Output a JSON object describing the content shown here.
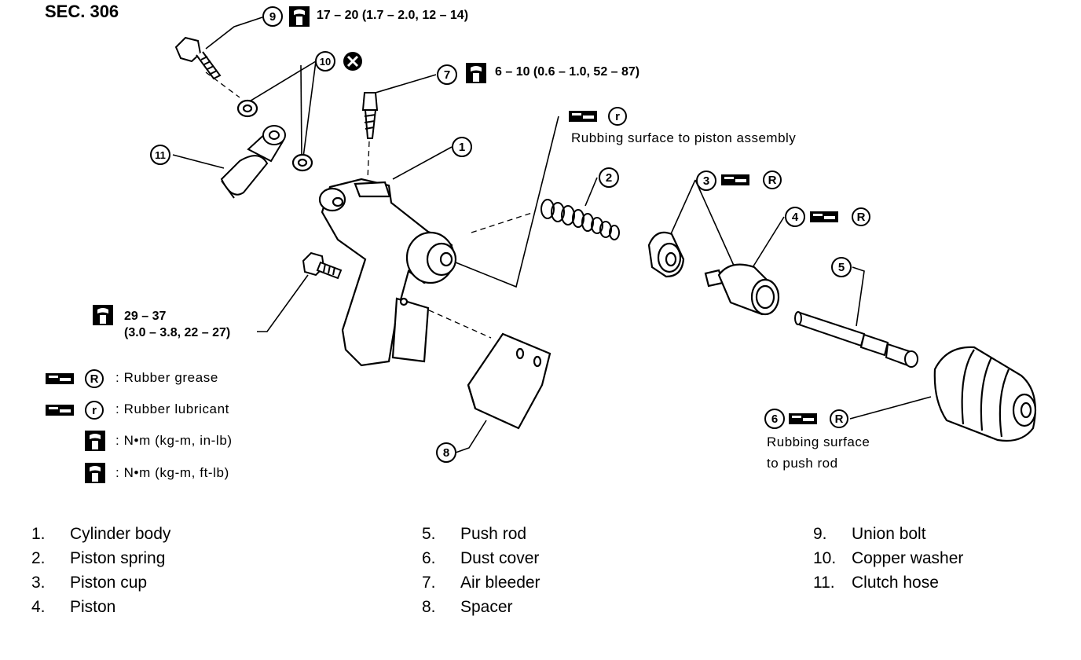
{
  "section": "SEC. 306",
  "callouts": {
    "c1": "1",
    "c2": "2",
    "c3": "3",
    "c4": "4",
    "c5": "5",
    "c6": "6",
    "c7": "7",
    "c8": "8",
    "c9": "9",
    "c10": "10",
    "c11": "11"
  },
  "symbol_letters": {
    "r_lower": "r",
    "r_upper": "R"
  },
  "torque": {
    "union_bolt": "17 – 20 (1.7 – 2.0, 12 – 14)",
    "air_bleeder": "6 – 10 (0.6 – 1.0, 52 – 87)",
    "mount_bolt_line1": "29 – 37",
    "mount_bolt_line2": "(3.0 – 3.8, 22 – 27)"
  },
  "notes": {
    "piston_rubbing": "Rubbing surface to piston assembly",
    "pushrod_rubbing_line1": "Rubbing surface",
    "pushrod_rubbing_line2": "to push rod"
  },
  "legend": {
    "rubber_grease": ": Rubber grease",
    "rubber_lubricant": ": Rubber lubricant",
    "nm_inlb": ": N•m (kg-m, in-lb)",
    "nm_ftlb": ": N•m (kg-m, ft-lb)"
  },
  "parts": [
    {
      "num": "1.",
      "name": "Cylinder body"
    },
    {
      "num": "2.",
      "name": "Piston spring"
    },
    {
      "num": "3.",
      "name": "Piston cup"
    },
    {
      "num": "4.",
      "name": "Piston"
    },
    {
      "num": "5.",
      "name": "Push rod"
    },
    {
      "num": "6.",
      "name": "Dust cover"
    },
    {
      "num": "7.",
      "name": "Air bleeder"
    },
    {
      "num": "8.",
      "name": "Spacer"
    },
    {
      "num": "9.",
      "name": "Union bolt"
    },
    {
      "num": "10.",
      "name": "Copper washer"
    },
    {
      "num": "11.",
      "name": "Clutch hose"
    }
  ]
}
